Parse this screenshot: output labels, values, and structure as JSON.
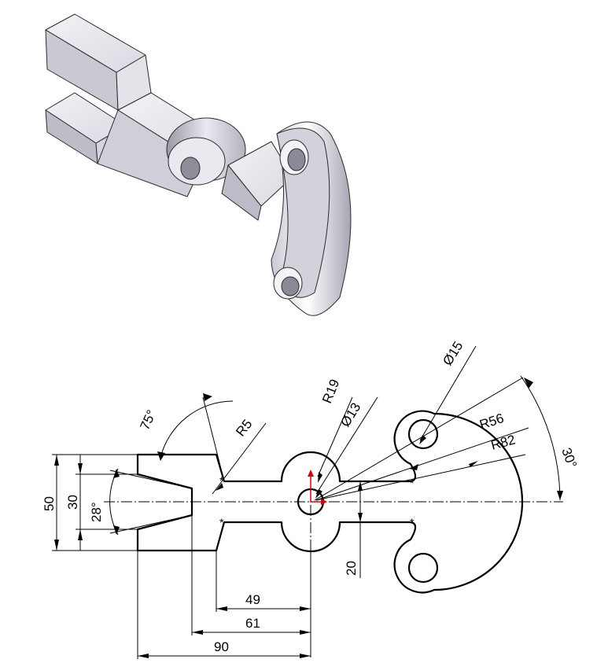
{
  "drawing": {
    "dims": {
      "d_50": "50",
      "d_30": "30",
      "a_28": "28°",
      "a_75": "75°",
      "r_5": "R5",
      "r_19": "R19",
      "dia_13": "Ø13",
      "dia_15": "Ø15",
      "r_56": "R56",
      "r_82": "R82",
      "a_30": "30°",
      "d_20": "20",
      "d_49": "49",
      "d_61": "61",
      "d_90": "90"
    }
  }
}
